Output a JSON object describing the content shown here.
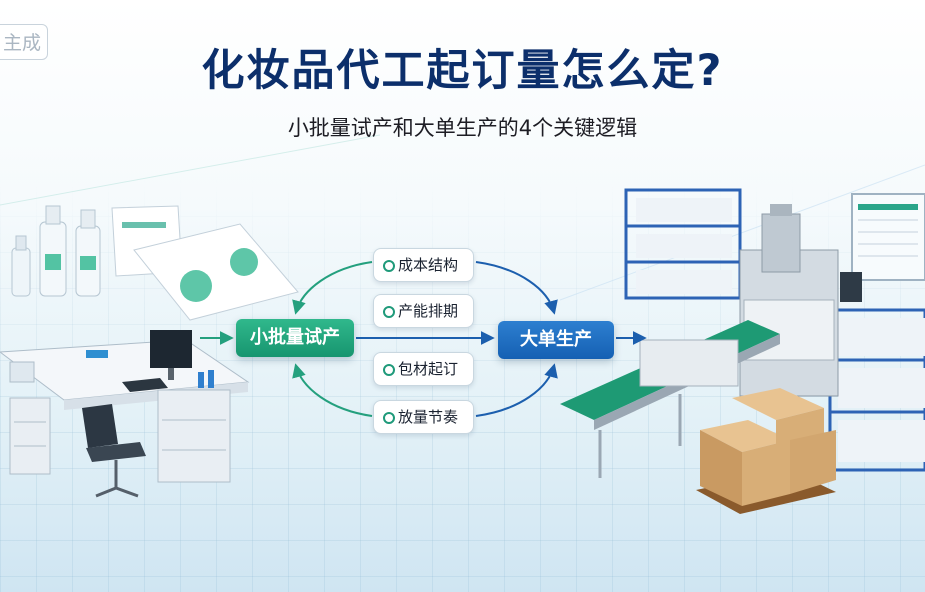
{
  "watermark": "主成",
  "title": "化妆品代工起订量怎么定?",
  "subtitle": "小批量试产和大单生产的4个关键逻辑",
  "nodes": {
    "small_batch": "小批量试产",
    "large_order": "大单生产"
  },
  "factors": [
    "成本结构",
    "产能排期",
    "包材起订",
    "放量节奏"
  ],
  "colors": {
    "title": "#0c2f6b",
    "small_batch": "#1fa57c",
    "large_order": "#1d6fc4",
    "cycle_arrows": "#24a07e",
    "flow_arrows": "#1c5fae"
  }
}
